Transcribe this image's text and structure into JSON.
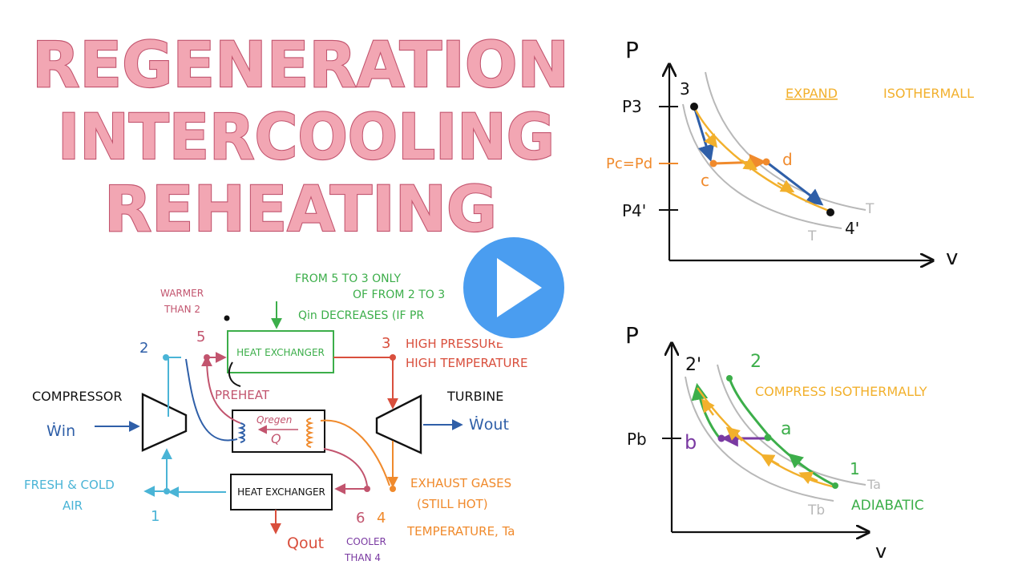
{
  "title_lines": [
    "REGENERATION",
    "INTERCOOLING",
    "REHEATING"
  ],
  "colors": {
    "pink": "#c2546e",
    "title_fill": "#f2a6b3",
    "blue": "#2f5fa8",
    "light_blue": "#4ab4d6",
    "green": "#3cae4a",
    "orange": "#f08a2c",
    "yellow": "#f2b02c",
    "red": "#d94f3d",
    "purple": "#7a3aa2",
    "gray": "#b8b8b8",
    "play": "#4a9df0"
  },
  "cycle": {
    "compressor_label": "COMPRESSOR",
    "win_label": "Ẇin",
    "turbine_label": "TURBINE",
    "wout_label": "Ẇout",
    "heat_exchanger_label": "HEAT EXCHANGER",
    "cooler_exchanger_label": "HEAT EXCHANGER",
    "regen_top": "Qregen",
    "regen_q": "Q",
    "preheat": "PREHEAT",
    "warmer_line1": "WARMER",
    "warmer_line2": "THAN 2",
    "point_2": "2",
    "point_5": "5",
    "point_3": "3",
    "point_1": "1",
    "point_6": "6",
    "point_4": "4",
    "high_pressure": "HIGH PRESSURE",
    "high_temperature": "HIGH TEMPERATURE",
    "note_line1": "FROM 5 TO 3 ONLY",
    "note_line2": "OF FROM 2 TO 3",
    "note_line3": "Qin DECREASES (IF PR",
    "qin": "Qin",
    "fresh_line1": "FRESH & COLD",
    "fresh_line2": "AIR",
    "exhaust_line1": "EXHAUST GASES",
    "exhaust_line2": "(STILL HOT)",
    "exhaust_line3": "TEMPERATURE, Ta",
    "qout": "Qout",
    "cooler_line1": "COOLER",
    "cooler_line2": "THAN 4"
  },
  "pv_top": {
    "p_axis": "P",
    "v_axis": "v",
    "p3": "P3",
    "pc_pd": "Pc=Pd",
    "p4": "P4'",
    "pt_3": "3",
    "pt_c": "c",
    "pt_d": "d",
    "pt_4": "4'",
    "t_upper": "T",
    "t_lower": "T",
    "expand_a": "EXPAND",
    "expand_b": "ISOTHERMALL"
  },
  "pv_bottom": {
    "p_axis": "P",
    "v_axis": "v",
    "pb": "Pb",
    "pt_2p": "2'",
    "pt_2": "2",
    "pt_a": "a",
    "pt_b": "b",
    "pt_1": "1",
    "ta": "Ta",
    "tb": "Tb",
    "compress_text": "COMPRESS ISOTHERMALLY",
    "adiabatic": "ADIABATIC"
  },
  "play_icon": "play-icon"
}
